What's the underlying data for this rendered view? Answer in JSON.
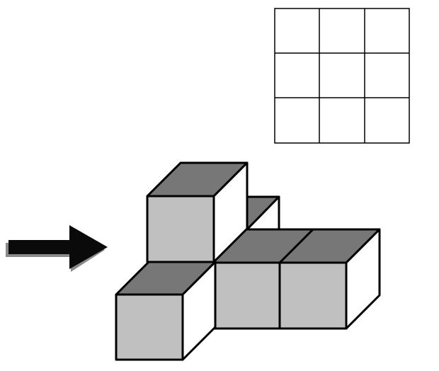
{
  "colors": {
    "background": "#ffffff",
    "cube_front": "#c0c0c0",
    "cube_top": "#777777",
    "cube_side": "#ffffff",
    "outline": "#000000",
    "arrow": "#0a0a0a",
    "arrow_shadow": "#8a8a8a"
  },
  "answer_grid": {
    "rows": 3,
    "columns": 3
  },
  "arrow": {
    "direction": "right",
    "icon": "arrow-right-icon"
  },
  "cube_stack": {
    "cube_count": 6,
    "view_direction": "front"
  }
}
